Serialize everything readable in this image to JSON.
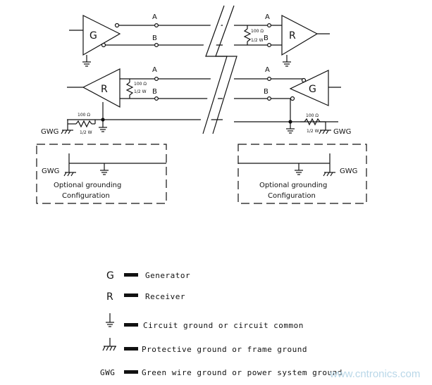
{
  "diagram": {
    "line_labels": {
      "a": "A",
      "b": "B"
    },
    "generator_symbol": "G",
    "receiver_symbol": "R",
    "resistor_top_value": "100 Ω",
    "resistor_top_rating": "1/2 W",
    "resistor_ground_value": "100 Ω",
    "resistor_ground_rating": "1/2 W",
    "gwg": "GWG",
    "optional_line1": "Optional grounding",
    "optional_line2": "Configuration"
  },
  "legend": [
    {
      "symbol": "G",
      "text": "Generator",
      "symbol_icon": "letter"
    },
    {
      "symbol": "R",
      "text": "Receiver",
      "symbol_icon": "letter"
    },
    {
      "symbol": "",
      "text": "Circuit ground or circuit common",
      "symbol_icon": "circuit-ground-icon"
    },
    {
      "symbol": "",
      "text": "Protective ground or frame ground",
      "symbol_icon": "frame-ground-icon"
    },
    {
      "symbol": "GWG",
      "text": "Green wire ground or power system ground",
      "symbol_icon": "letter"
    }
  ],
  "watermark": "www.cntronics.com",
  "colors": {
    "line": "#111111",
    "watermark": "#b9d7e8"
  }
}
